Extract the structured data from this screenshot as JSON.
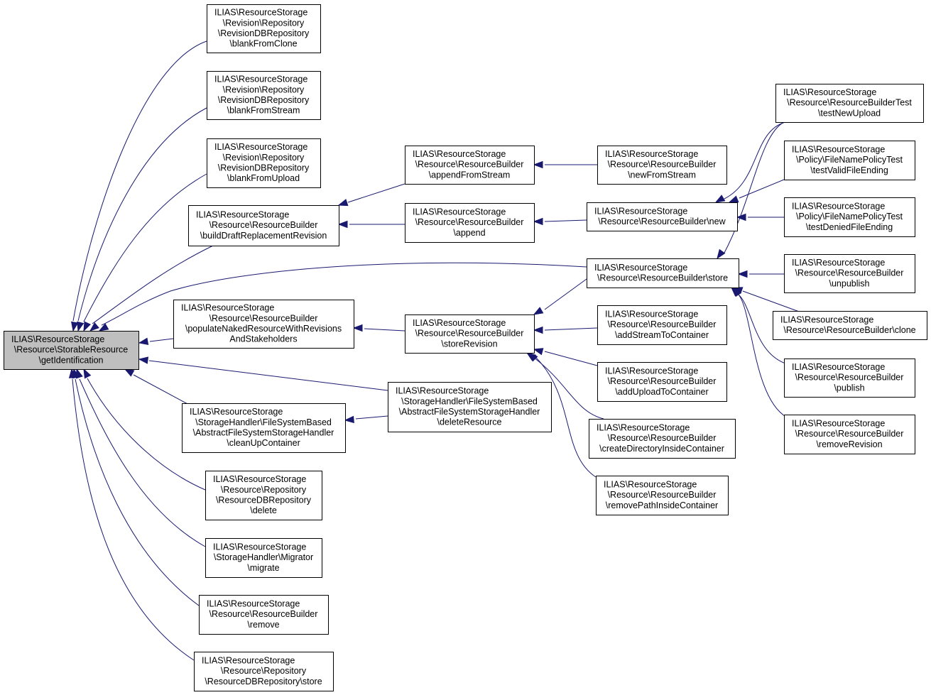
{
  "graph": {
    "nodes": [
      {
        "id": "getIdentification",
        "focus": true,
        "lines": [
          "ILIAS\\ResourceStorage",
          "\\Resource\\StorableResource",
          "\\getIdentification"
        ]
      },
      {
        "id": "blankFromClone",
        "lines": [
          "ILIAS\\ResourceStorage",
          "\\Revision\\Repository",
          "\\RevisionDBRepository",
          "\\blankFromClone"
        ]
      },
      {
        "id": "blankFromStream",
        "lines": [
          "ILIAS\\ResourceStorage",
          "\\Revision\\Repository",
          "\\RevisionDBRepository",
          "\\blankFromStream"
        ]
      },
      {
        "id": "blankFromUpload",
        "lines": [
          "ILIAS\\ResourceStorage",
          "\\Revision\\Repository",
          "\\RevisionDBRepository",
          "\\blankFromUpload"
        ]
      },
      {
        "id": "buildDraftReplacementRevision",
        "lines": [
          "ILIAS\\ResourceStorage",
          "\\Resource\\ResourceBuilder",
          "\\buildDraftReplacementRevision"
        ]
      },
      {
        "id": "populateNakedResource",
        "lines": [
          "ILIAS\\ResourceStorage",
          "\\Resource\\ResourceBuilder",
          "\\populateNakedResourceWithRevisions",
          "AndStakeholders"
        ]
      },
      {
        "id": "cleanUpContainer",
        "lines": [
          "ILIAS\\ResourceStorage",
          "\\StorageHandler\\FileSystemBased",
          "\\AbstractFileSystemStorageHandler",
          "\\cleanUpContainer"
        ]
      },
      {
        "id": "repoDelete",
        "lines": [
          "ILIAS\\ResourceStorage",
          "\\Resource\\Repository",
          "\\ResourceDBRepository",
          "\\delete"
        ]
      },
      {
        "id": "migrate",
        "lines": [
          "ILIAS\\ResourceStorage",
          "\\StorageHandler\\Migrator",
          "\\migrate"
        ]
      },
      {
        "id": "remove",
        "lines": [
          "ILIAS\\ResourceStorage",
          "\\Resource\\ResourceBuilder",
          "\\remove"
        ]
      },
      {
        "id": "repoStore",
        "lines": [
          "ILIAS\\ResourceStorage",
          "\\Resource\\Repository",
          "\\ResourceDBRepository\\store"
        ]
      },
      {
        "id": "appendFromStream",
        "lines": [
          "ILIAS\\ResourceStorage",
          "\\Resource\\ResourceBuilder",
          "\\appendFromStream"
        ]
      },
      {
        "id": "append",
        "lines": [
          "ILIAS\\ResourceStorage",
          "\\Resource\\ResourceBuilder",
          "\\append"
        ]
      },
      {
        "id": "storeRevision",
        "lines": [
          "ILIAS\\ResourceStorage",
          "\\Resource\\ResourceBuilder",
          "\\storeRevision"
        ]
      },
      {
        "id": "deleteResource",
        "lines": [
          "ILIAS\\ResourceStorage",
          "\\StorageHandler\\FileSystemBased",
          "\\AbstractFileSystemStorageHandler",
          "\\deleteResource"
        ]
      },
      {
        "id": "newFromStream",
        "lines": [
          "ILIAS\\ResourceStorage",
          "\\Resource\\ResourceBuilder",
          "\\newFromStream"
        ]
      },
      {
        "id": "new",
        "lines": [
          "ILIAS\\ResourceStorage",
          "\\Resource\\ResourceBuilder\\new"
        ]
      },
      {
        "id": "store",
        "lines": [
          "ILIAS\\ResourceStorage",
          "\\Resource\\ResourceBuilder\\store"
        ]
      },
      {
        "id": "addStreamToContainer",
        "lines": [
          "ILIAS\\ResourceStorage",
          "\\Resource\\ResourceBuilder",
          "\\addStreamToContainer"
        ]
      },
      {
        "id": "addUploadToContainer",
        "lines": [
          "ILIAS\\ResourceStorage",
          "\\Resource\\ResourceBuilder",
          "\\addUploadToContainer"
        ]
      },
      {
        "id": "createDirectoryInsideContainer",
        "lines": [
          "ILIAS\\ResourceStorage",
          "\\Resource\\ResourceBuilder",
          "\\createDirectoryInsideContainer"
        ]
      },
      {
        "id": "removePathInsideContainer",
        "lines": [
          "ILIAS\\ResourceStorage",
          "\\Resource\\ResourceBuilder",
          "\\removePathInsideContainer"
        ]
      },
      {
        "id": "testNewUpload",
        "lines": [
          "ILIAS\\ResourceStorage",
          "\\Resource\\ResourceBuilderTest",
          "\\testNewUpload"
        ]
      },
      {
        "id": "testValidFileEnding",
        "lines": [
          "ILIAS\\ResourceStorage",
          "\\Policy\\FileNamePolicyTest",
          "\\testValidFileEnding"
        ]
      },
      {
        "id": "testDeniedFileEnding",
        "lines": [
          "ILIAS\\ResourceStorage",
          "\\Policy\\FileNamePolicyTest",
          "\\testDeniedFileEnding"
        ]
      },
      {
        "id": "unpublish",
        "lines": [
          "ILIAS\\ResourceStorage",
          "\\Resource\\ResourceBuilder",
          "\\unpublish"
        ]
      },
      {
        "id": "clone",
        "lines": [
          "ILIAS\\ResourceStorage",
          "\\Resource\\ResourceBuilder\\clone"
        ]
      },
      {
        "id": "publish",
        "lines": [
          "ILIAS\\ResourceStorage",
          "\\Resource\\ResourceBuilder",
          "\\publish"
        ]
      },
      {
        "id": "removeRevision",
        "lines": [
          "ILIAS\\ResourceStorage",
          "\\Resource\\ResourceBuilder",
          "\\removeRevision"
        ]
      }
    ],
    "edges": [
      {
        "from": "blankFromClone",
        "to": "getIdentification"
      },
      {
        "from": "blankFromStream",
        "to": "getIdentification"
      },
      {
        "from": "blankFromUpload",
        "to": "getIdentification"
      },
      {
        "from": "buildDraftReplacementRevision",
        "to": "getIdentification"
      },
      {
        "from": "store",
        "to": "getIdentification"
      },
      {
        "from": "populateNakedResource",
        "to": "getIdentification"
      },
      {
        "from": "deleteResource",
        "to": "getIdentification"
      },
      {
        "from": "cleanUpContainer",
        "to": "getIdentification"
      },
      {
        "from": "repoDelete",
        "to": "getIdentification"
      },
      {
        "from": "migrate",
        "to": "getIdentification"
      },
      {
        "from": "remove",
        "to": "getIdentification"
      },
      {
        "from": "repoStore",
        "to": "getIdentification"
      },
      {
        "from": "appendFromStream",
        "to": "buildDraftReplacementRevision"
      },
      {
        "from": "append",
        "to": "buildDraftReplacementRevision"
      },
      {
        "from": "newFromStream",
        "to": "appendFromStream"
      },
      {
        "from": "new",
        "to": "append"
      },
      {
        "from": "testNewUpload",
        "to": "new"
      },
      {
        "from": "testValidFileEnding",
        "to": "new"
      },
      {
        "from": "testDeniedFileEnding",
        "to": "new"
      },
      {
        "from": "storeRevision",
        "to": "populateNakedResource"
      },
      {
        "from": "store",
        "to": "storeRevision"
      },
      {
        "from": "addStreamToContainer",
        "to": "storeRevision"
      },
      {
        "from": "addUploadToContainer",
        "to": "storeRevision"
      },
      {
        "from": "createDirectoryInsideContainer",
        "to": "storeRevision"
      },
      {
        "from": "removePathInsideContainer",
        "to": "storeRevision"
      },
      {
        "from": "deleteResource",
        "to": "cleanUpContainer"
      },
      {
        "from": "testNewUpload",
        "to": "store"
      },
      {
        "from": "unpublish",
        "to": "store"
      },
      {
        "from": "clone",
        "to": "store"
      },
      {
        "from": "publish",
        "to": "store"
      },
      {
        "from": "removeRevision",
        "to": "store"
      }
    ]
  }
}
